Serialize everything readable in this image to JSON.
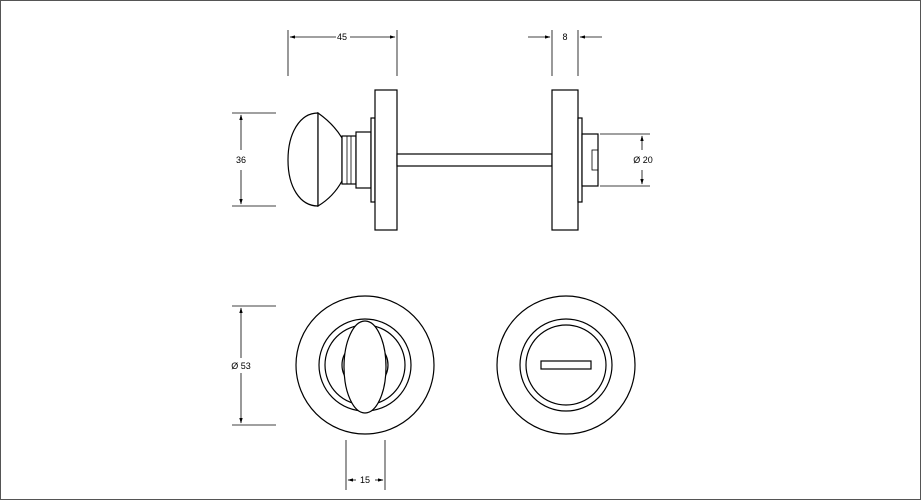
{
  "dimensions": {
    "d45": "45",
    "d8": "8",
    "d36": "36",
    "d20": "Ø 20",
    "d53": "Ø 53",
    "d15": "15"
  },
  "colors": {
    "line": "#000000",
    "background": "#ffffff"
  }
}
